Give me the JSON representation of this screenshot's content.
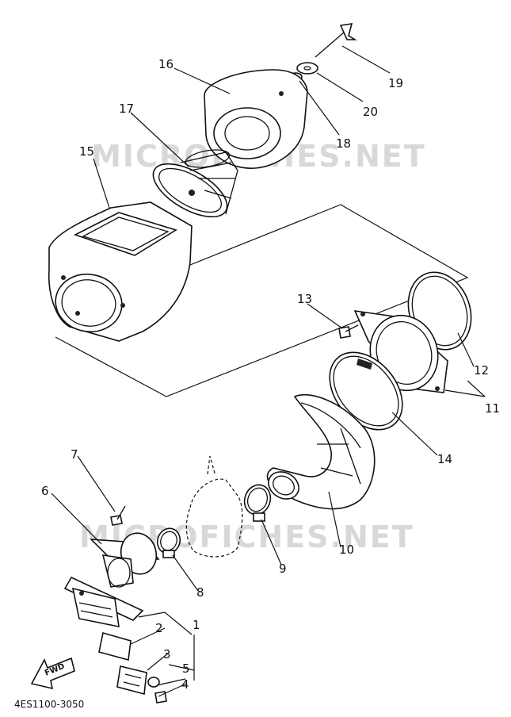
{
  "watermark": {
    "text_top": "MICROFICHES.NET",
    "text_bottom": "MICROFICHES.NET"
  },
  "diagram_code": "4ES1100-3050",
  "fwd_label": "FWD",
  "callouts": [
    "1",
    "2",
    "3",
    "4",
    "5",
    "6",
    "7",
    "8",
    "9",
    "10",
    "11",
    "12",
    "13",
    "14",
    "15",
    "16",
    "17",
    "18",
    "19",
    "20"
  ],
  "icon_names": {
    "part_1": "reed-valve-assembly-icon",
    "part_6": "intake-joint-icon",
    "part_8": "hose-clamp-icon",
    "part_9": "hose-clamp-icon",
    "part_10": "intake-duct-icon",
    "part_15": "air-cleaner-case-icon",
    "part_16": "air-cleaner-cap-icon",
    "part_17": "filter-element-icon",
    "part_19": "wing-bolt-icon"
  }
}
